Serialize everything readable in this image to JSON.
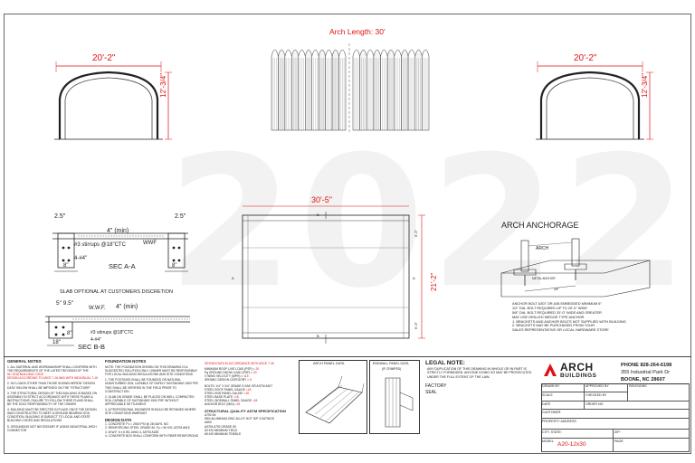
{
  "watermark": "2022",
  "arch_length": "Arch Length: 30'",
  "elevations": {
    "width_label": "20'-2\"",
    "height_label": "12'-3/4\""
  },
  "sections": {
    "sec_aa": {
      "label": "SEC A-A",
      "left_dim": "2.5\"",
      "right_dim": "2.5\"",
      "footing": "4\" (min)",
      "stirrups": "#3 stirrups @18\"CTC",
      "rebar": "4-#4\"",
      "wwf": "WWF",
      "base_left": "8\"",
      "base_right": "8\""
    },
    "slab_note": "SLAB OPTIONAL AT CUSTOMERS DISCRETION",
    "sec_bb": {
      "label": "SEC B-B",
      "dims_top": "5\" 9.5\"",
      "wwf": "W.W.F.",
      "footing": "4\" (min)",
      "stirrups": "#3 stirrups @18\"CTC",
      "rebar": "4-#4\"",
      "base": "18\"",
      "d8": "8\""
    }
  },
  "plan": {
    "width": "30'-5\"",
    "height": "21'-2\"",
    "dim_side_a": "6'-5\"",
    "dim_side_b": "6'-5\"",
    "marker_a": "A",
    "marker_b": "B"
  },
  "anchorage": {
    "title": "ARCH ANCHORAGE",
    "arch_label": "ARCH",
    "channel_label": "METAL ANCHOR",
    "spacing": "24\"",
    "notes": [
      "ANCHOR BOLT A307 OR A36 EMBEDDED MINIMUM 6\"",
      "1/2\" DIA. BOLT REQUIRED UP TO 20'-0\" WIDE",
      "5/8\" DIA. BOLT REQUIRED 20'-0\" WIDE AND GREATER",
      "MAY USE DRILLED WEDGE TYPE ANCHOR",
      "1. BRACKETS AND ANCHOR BOLTS NOT SUPPLIED WITH BUILDING",
      "2. BRACKETS MAY BE PURCHASED FROM YOUR",
      "SALES REPRESENTATIVE OR LOCAL HARDWARE STORE"
    ]
  },
  "general_notes": {
    "title": "GENERAL NOTES",
    "items": [
      "1. ALL MATERIAL AND WORKMANSHIP SHALL CONFORM WITH THE REQUIREMENTS OF THE LATEST REVISION OF THE",
      "NC 2018 BUILDING CODE",
      "DESIGN ACCORDING TO ASCE 7-16 AND WITH INDIVIDUAL 7-16",
      "2. NO LOADS OTHER THAN THOSE SHOWN HEREIN \"DESIGN DATA\" BELOW SHALL BE IMPOSED ON THE \"STRUCTURE\"",
      "3. THE STRUCTURAL DESIGN OF THIS BUILDING IS BASED ON ASSEMBLY IN STRICT ACCORDANCE WITH THESE PLANS & INSTRUCTIONS. FAILURE TO FOLLOW THESE PLANS SHALL BE THE SOLE RESPONSIBILITY OF THE OWNER",
      "4. BUILDING MUST BE ERECTED IN PLACE ONCE THE DESIGN WAS CONSTRUCTED TO MEET A GROUND BEARING SOIL CONDITION. BUILDING IS SUBJECT TO LOCAL AND STATE BUILDING CODES AND REGULATIONS",
      "5. GROUNDING NOT NECESSARY IF USING INDUSTRIAL ARCH CONNECTOR"
    ]
  },
  "foundation_notes": {
    "title": "FOUNDATION NOTES",
    "items": [
      "NOTE: THE FOUNDATION SHOWN ON THIS DRAWING IS A SUGGESTED SOLUTION ONLY. OWNER MUST BE RESPONSIBLE FOR LOCAL BUILDING REGULATIONS AND SITE CONDITIONS",
      "1. THE FOOTINGS SHALL BE FOUNDED ON NATURAL UNDISTURBED SOIL CAPABLE OF SAFELY SUSTAINING 1500 PSF. THIS SHALL BE VERIFIED IN THE FIELD PRIOR TO CONSTRUCTION",
      "2. SLAB ON GRADE SHALL BE PLACED ON WELL COMPACTED SOIL CAPABLE OF SUSTAINING 1500 PSF WITHOUT APPRECIABLE SETTLEMENT",
      "3. A PROFESSIONAL ENGINEER SHOULD BE RETAINED WHERE SITE CONDITIONS WARRANT"
    ],
    "design_title": "DESIGN DATA",
    "design_items": [
      "1. CONCRETE F'c = 2500 PSI @ 28 DAYS, NO",
      "2. REINFORCING STEEL GRADE 60, Fy = 60 KSI, ASTM A615",
      "3. W.W.F. 6 x 6 W1.4xW1.4, ASTM A185",
      "4. CONCRETE BOX SHALL CONFORM WITH FIBER REINFORCING"
    ]
  },
  "design_data": {
    "title": "DESIGN DATA IN ACCORDANCE WITH ASCE 7-16",
    "rows": [
      {
        "label": "MINIMUM ROOF LIVE LOAD (PSF) =",
        "value": "20"
      },
      {
        "label": "Pg GROUND SNOW LOAD (PSF) =",
        "value": "20"
      },
      {
        "label": "V WIND VELOCITY (MPH) =",
        "value": "115"
      },
      {
        "label": "SEISMIC DESIGN CATEGORY =",
        "value": "D"
      }
    ],
    "bolts_title": "BOLTS: 1/4\" X 3/4\" GRADE 5 SAE OR ASTM A307",
    "bolt_rows": [
      {
        "label": "STEEL ROOF PANEL GAUGE",
        "value": "=18"
      },
      {
        "label": "STEEL END PANEL GAUGE",
        "value": "=18"
      },
      {
        "label": "STEEL BASE PLATE",
        "value": "=18"
      },
      {
        "label": "STEEL SIDEWALL PANEL GAUGE",
        "value": "=18"
      },
      {
        "label": "ANCHOR BOLT (MIN)",
        "value": "=18"
      }
    ],
    "spec_title": "STRUCTURAL QUALITY ASTM SPECIFICATION",
    "spec_items": [
      "A792-94",
      "55% ALUMINUM-ZINC ALLOY HOT DIP COATINGS",
      "A653",
      "ASTM A792 GRADE 50",
      "50 KSI MINIMUM YIELD",
      "65 KSI MINIMUM TENSILE"
    ]
  },
  "panel_data": {
    "arch_title": "ARCH PANEL DATA",
    "endwall_title": "ENDWALL PANEL DATA",
    "endwall_sub": "(IF CRIMPED)"
  },
  "legal": {
    "title": "LEGAL NOTE:",
    "text": "ANY DUPLICATION OF THIS DRAWING IN WHOLE OR IN PART IS STRICTLY FORBIDDEN. ANYONE DOING SO MAY BE PROSECUTED UNDER THE FULL EXTENT OF THE LAW.",
    "factory": "FACTORY",
    "seal": "SEAL"
  },
  "company": {
    "logo_top": "ARCH",
    "logo_bottom": "BUILDINGS",
    "phone": "PHONE 828-264-6198",
    "address": "355 Industrial Park Dr",
    "city": "BOONE, NC 28607"
  },
  "title_block": {
    "drawn_by": "DRAWN BY",
    "approved_by": "APPROVED BY",
    "revisions": "REVISIONS",
    "scale": "SCALE",
    "checked_by": "CHECKED BY",
    "date": "DATE",
    "order_no": "ORDER NO.",
    "customer": "CUSTOMER",
    "property_address": "PROPERTY ADDRESS",
    "city_state": "CITY, STATE:",
    "zip": "ZIP:",
    "model": "MODEL",
    "model_value": "A20-12x30",
    "page": "PAGE"
  },
  "colors": {
    "accent": "#d11111",
    "ink": "#222222",
    "watermark": "#e8e8e8"
  }
}
